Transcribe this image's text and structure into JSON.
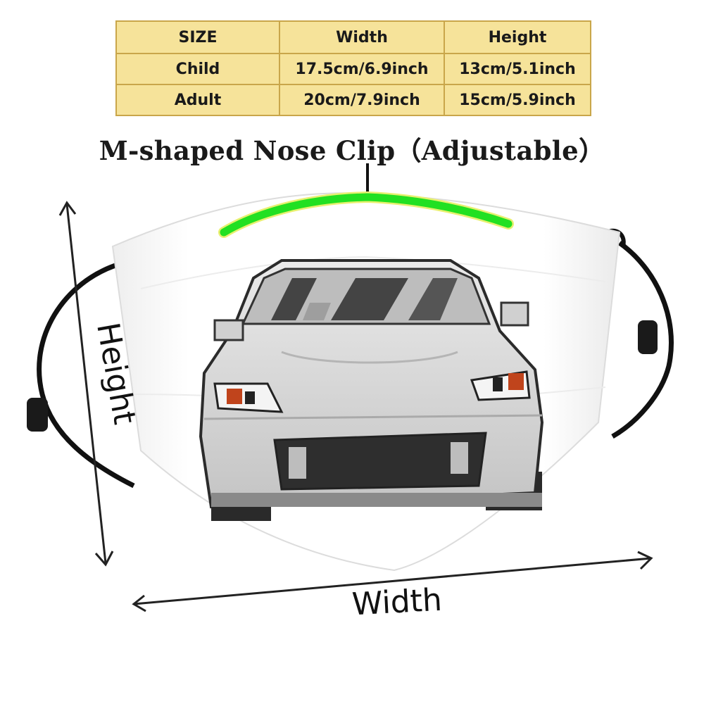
{
  "size_table": {
    "header": [
      "SIZE",
      "Width",
      "Height"
    ],
    "rows": [
      [
        "Child",
        "17.5cm/6.9inch",
        "13cm/5.1inch"
      ],
      [
        "Adult",
        "20cm/7.9inch",
        "15cm/5.9inch"
      ]
    ]
  },
  "nose_clip_label": "M-shaped Nose Clip（Adjustable）",
  "height_label": "Height",
  "width_label": "Width",
  "colors": {
    "table_fill": "#f6e39a",
    "table_border": "#c9a64a",
    "nose_clip": "#22e022",
    "mask": "#ffffff",
    "car_body": "#d9d9d9"
  }
}
